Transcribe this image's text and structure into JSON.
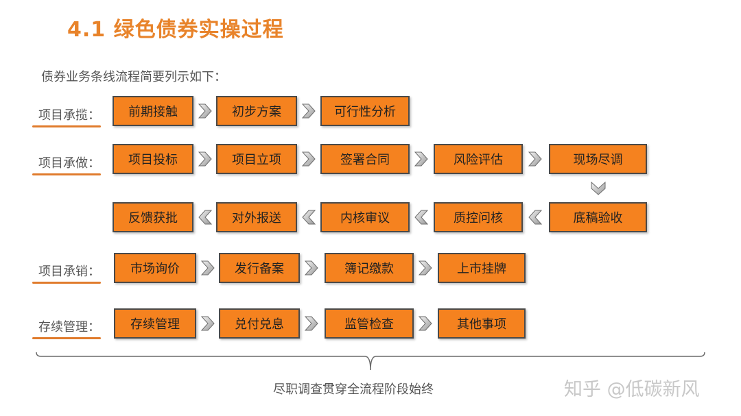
{
  "title": "4.1 绿色债券实操过程",
  "intro": "债券业务条线流程简要列示如下：",
  "stages": {
    "lan": "项目承揽：",
    "zuo": "项目承做：",
    "xiao": "项目承销：",
    "xu": "存续管理："
  },
  "boxes": {
    "qqjc": "前期接触",
    "cbfa": "初步方案",
    "kxxfx": "可行性分析",
    "xmtb": "项目投标",
    "xmlx": "项目立项",
    "qsht": "签署合同",
    "fxpg": "风险评估",
    "xcdd": "现场尽调",
    "dgys": "底稿验收",
    "zkwh": "质控问核",
    "nhsy": "内核审议",
    "dwbs": "对外报送",
    "fkhp": "反馈获批",
    "scxj": "市场询价",
    "fxba": "发行备案",
    "bjjk": "簿记缴款",
    "ssgp": "上市挂牌",
    "cxgl": "存续管理",
    "dfdx": "兑付兑息",
    "jgjc": "监管检查",
    "qtsx": "其他事项"
  },
  "footer": "尽职调查贯穿全流程阶段始终",
  "watermark": "知乎 @低碳新风",
  "colors": {
    "box_fill": "#f5821f",
    "title": "#e8832a",
    "underline": "#e07b2c"
  }
}
